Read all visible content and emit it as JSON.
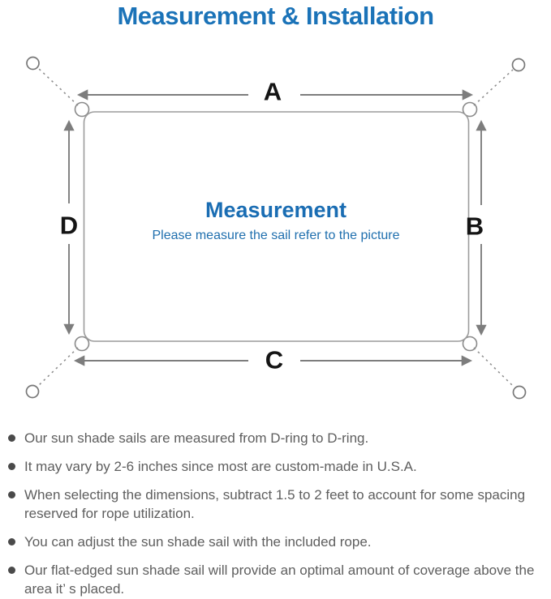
{
  "page": {
    "title": "Measurement & Installation"
  },
  "diagram": {
    "dimension_labels": {
      "top": "A",
      "right": "B",
      "bottom": "C",
      "left": "D"
    },
    "center_title": "Measurement",
    "center_subtitle": "Please measure the sail refer to the picture"
  },
  "notes": {
    "items": [
      "Our sun shade sails are measured from D-ring to D-ring.",
      "It may vary by 2-6 inches since most are custom-made in U.S.A.",
      "When selecting the dimensions, subtract 1.5 to 2 feet to account for some spacing reserved for rope utilization.",
      "You can adjust the sun shade sail with the included rope.",
      "Our flat-edged sun shade sail will provide an optimal amount of coverage above the area it’ s placed."
    ]
  },
  "colors": {
    "title_blue": "#1b73b8",
    "center_text_blue": "#1a6db3",
    "dimension_line_gray": "#7d7d7d",
    "sail_outline_gray": "#9c9c9c",
    "note_text_gray": "#5e5e5e",
    "label_black": "#141414"
  },
  "icons": {
    "d_ring": "d-ring-icon",
    "anchor_point": "anchor-point-icon",
    "rope": "rope-dashed-line",
    "arrow": "dimension-arrow"
  }
}
